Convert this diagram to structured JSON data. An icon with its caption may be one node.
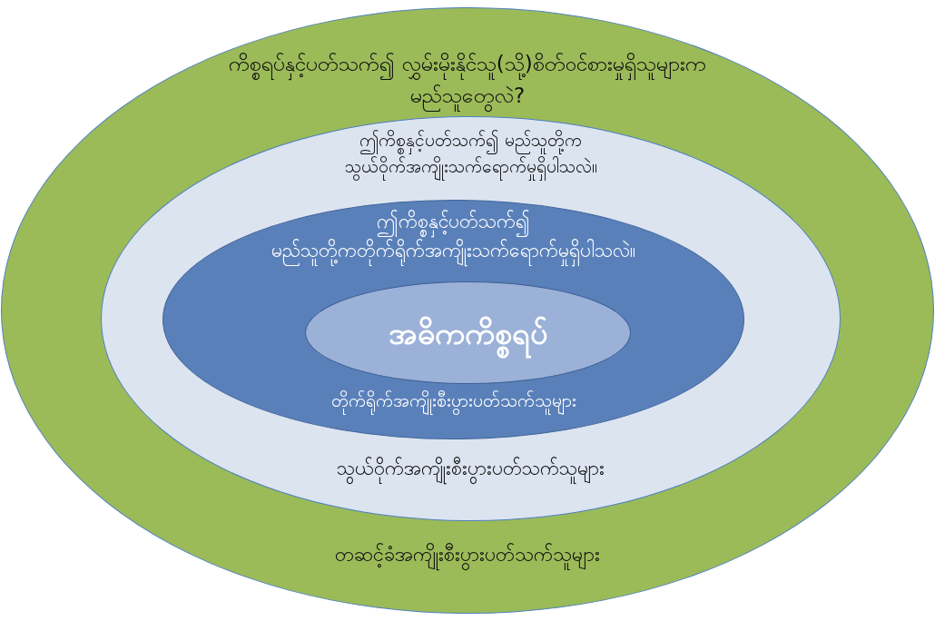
{
  "diagram": {
    "nodes": [
      {
        "text": [
          "ကိစ္စရပ်နှင့်ပတ်သက်၍ လွှမ်းမိုးနိုင်သူ(သို့)စိတ်ဝင်စားမှုရှိသူများက မည်သူတွေလဲ?",
          "တဆင့်ခံအကျိုးစီးပွားပတ်သက်သူများ"
        ]
      },
      {
        "text": [
          "ဤကိစ္စနှင့်ပတ်သက်၍ မည်သူတို့က သွယ်ဝိုက်အကျိုးသက်ရောက်မှုရှိပါသလဲ။",
          "သွယ်ဝိုက်အကျိုးစီးပွားပတ်သက်သူများ"
        ],
        "in": 0
      },
      {
        "text": [
          "ဤကိစ္စနှင့်ပတ်သက်၍ မည်သူတို့ကတိုက်ရိုက်အကျိုးသက်ရောက်မှုရှိပါသလဲ။",
          "တိုက်ရိုက်အကျိုးစီးပွားပတ်သက်သူများ"
        ],
        "in": 1
      },
      {
        "text": [
          "အဓိကကိစ္စရပ်"
        ],
        "in": 2
      }
    ]
  }
}
